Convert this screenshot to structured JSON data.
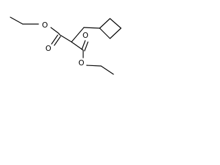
{
  "structure": {
    "description_visible": false,
    "atoms": {
      "o_ester_left": "O",
      "o_carbonyl_left": "O",
      "o_carbonyl_right": "O",
      "o_ester_right": "O"
    }
  },
  "colors": {
    "bond": "#000000",
    "background": "#ffffff"
  }
}
